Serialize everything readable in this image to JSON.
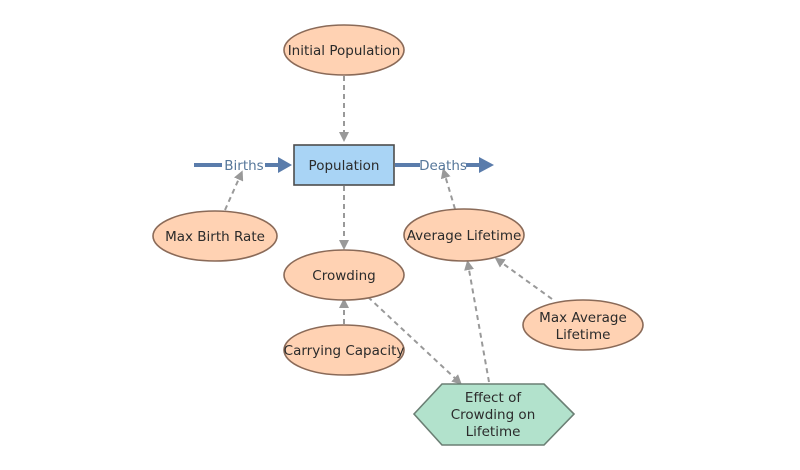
{
  "diagram": {
    "stock": {
      "label": "Population"
    },
    "flows": {
      "births": "Births",
      "deaths": "Deaths"
    },
    "variables": {
      "initial_population": "Initial Population",
      "max_birth_rate": "Max Birth Rate",
      "average_lifetime": "Average Lifetime",
      "crowding": "Crowding",
      "carrying_capacity": "Carrying Capacity",
      "max_average_lifetime": [
        "Max Average",
        "Lifetime"
      ]
    },
    "converter": {
      "effect_of_crowding": [
        "Effect of",
        "Crowding on",
        "Lifetime"
      ]
    },
    "colors": {
      "variable_fill": "#ffd2b3",
      "stock_fill": "#a9d4f5",
      "converter_fill": "#b2e2cc",
      "flow_color": "#5a7cab",
      "link_color": "#999999"
    }
  }
}
